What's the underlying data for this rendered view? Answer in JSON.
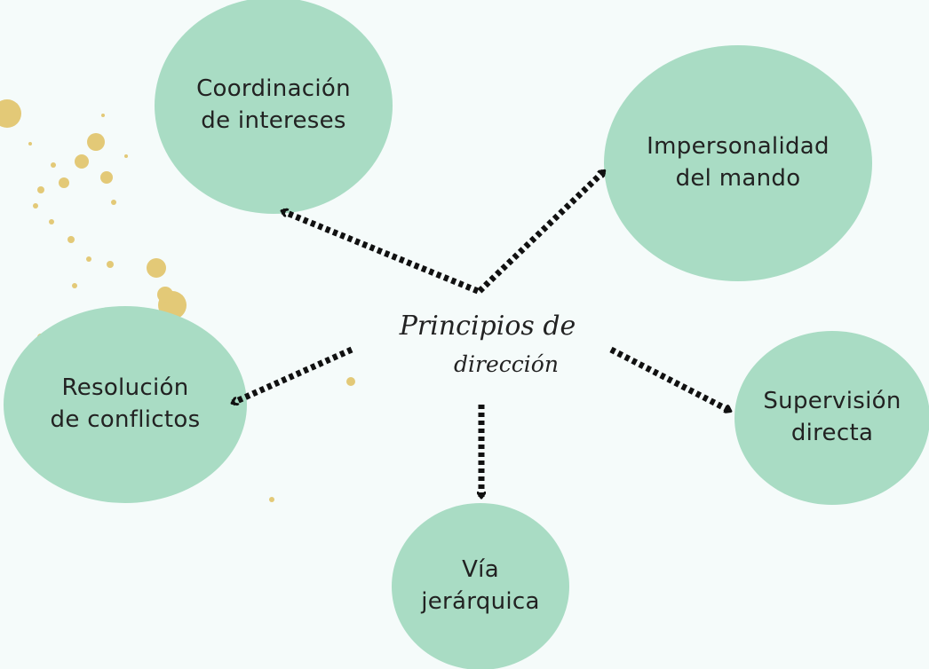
{
  "colors": {
    "background": "#f5fbfa",
    "node_fill": "#a9dcc4",
    "arrow": "#111111",
    "splatter": "#e3c977"
  },
  "center": {
    "line1": "Principios de",
    "line2": "dirección"
  },
  "nodes": [
    {
      "id": "coordinacion",
      "line1": "Coordinación",
      "line2": "de intereses"
    },
    {
      "id": "impersonalidad",
      "line1": "Impersonalidad",
      "line2": "del mando"
    },
    {
      "id": "resolucion",
      "line1": "Resolución",
      "line2": "de conflictos"
    },
    {
      "id": "supervision",
      "line1": "Supervisión",
      "line2": "directa"
    },
    {
      "id": "via",
      "line1": "Vía",
      "line2": "jerárquica"
    }
  ]
}
